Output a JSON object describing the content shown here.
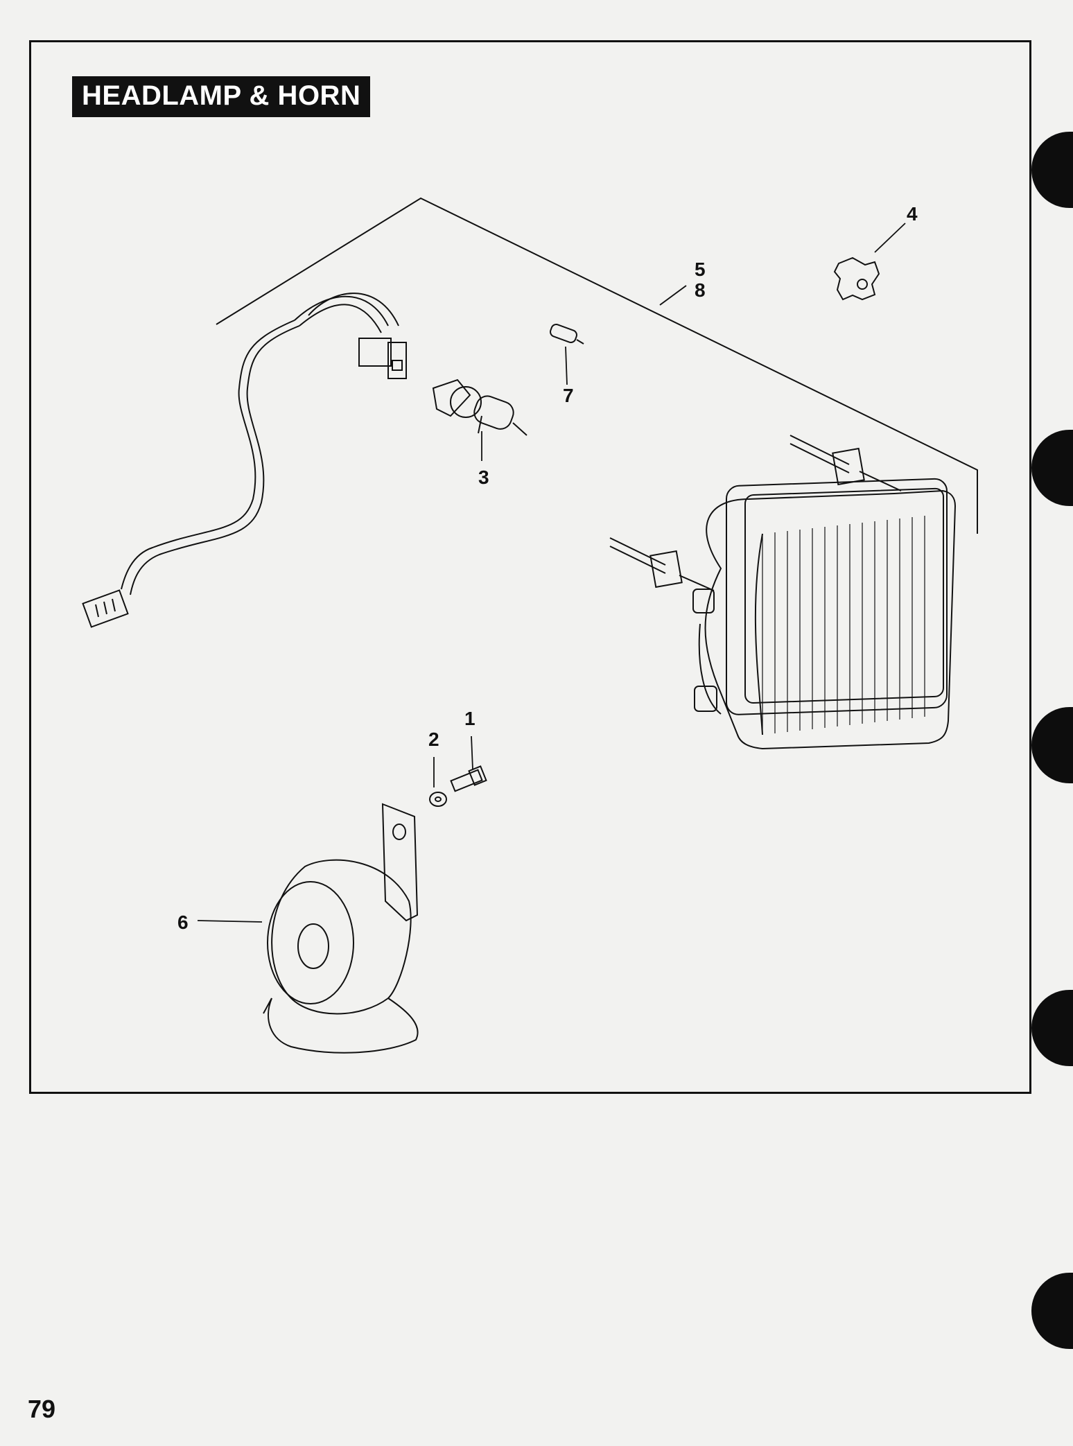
{
  "title": "HEADLAMP & HORN",
  "page_number": "79",
  "callouts": {
    "c1": "1",
    "c2": "2",
    "c3": "3",
    "c4": "4",
    "c5": "5",
    "c6": "6",
    "c7": "7",
    "c8": "8"
  },
  "colors": {
    "ink": "#111111",
    "paper": "#f2f2f0"
  }
}
